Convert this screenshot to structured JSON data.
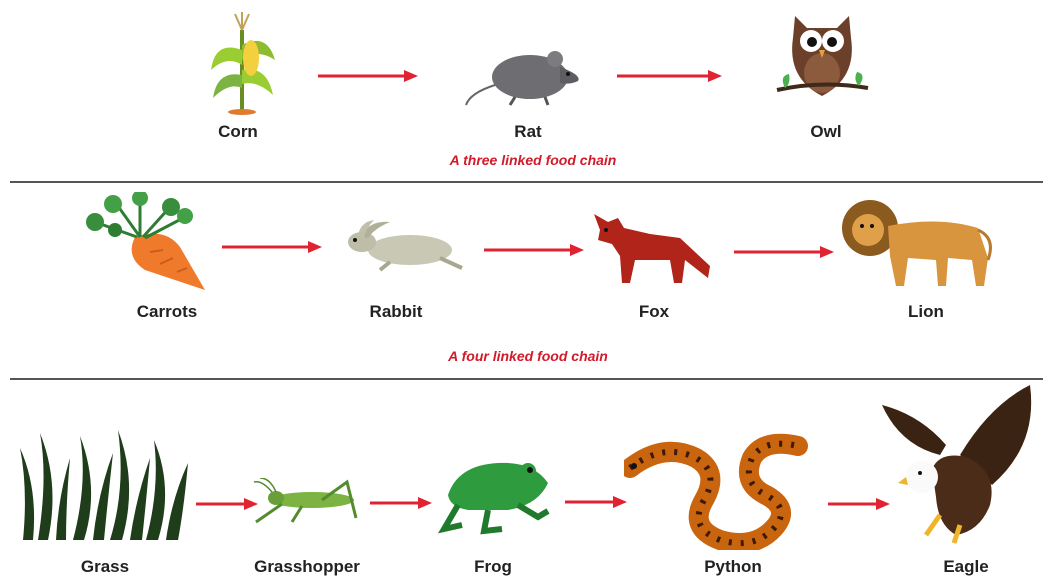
{
  "colors": {
    "arrow": "#e02231",
    "caption": "#d11a2a",
    "divider": "#555555"
  },
  "chains": [
    {
      "caption": "A three linked food chain",
      "organisms": [
        {
          "label": "Corn",
          "icon": "corn-icon"
        },
        {
          "label": "Rat",
          "icon": "rat-icon"
        },
        {
          "label": "Owl",
          "icon": "owl-icon"
        }
      ]
    },
    {
      "caption": "A four linked food chain",
      "organisms": [
        {
          "label": "Carrots",
          "icon": "carrot-icon"
        },
        {
          "label": "Rabbit",
          "icon": "rabbit-icon"
        },
        {
          "label": "Fox",
          "icon": "fox-icon"
        },
        {
          "label": "Lion",
          "icon": "lion-icon"
        }
      ]
    },
    {
      "caption": "",
      "organisms": [
        {
          "label": "Grass",
          "icon": "grass-icon"
        },
        {
          "label": "Grasshopper",
          "icon": "grasshopper-icon"
        },
        {
          "label": "Frog",
          "icon": "frog-icon"
        },
        {
          "label": "Python",
          "icon": "python-icon"
        },
        {
          "label": "Eagle",
          "icon": "eagle-icon"
        }
      ]
    }
  ]
}
